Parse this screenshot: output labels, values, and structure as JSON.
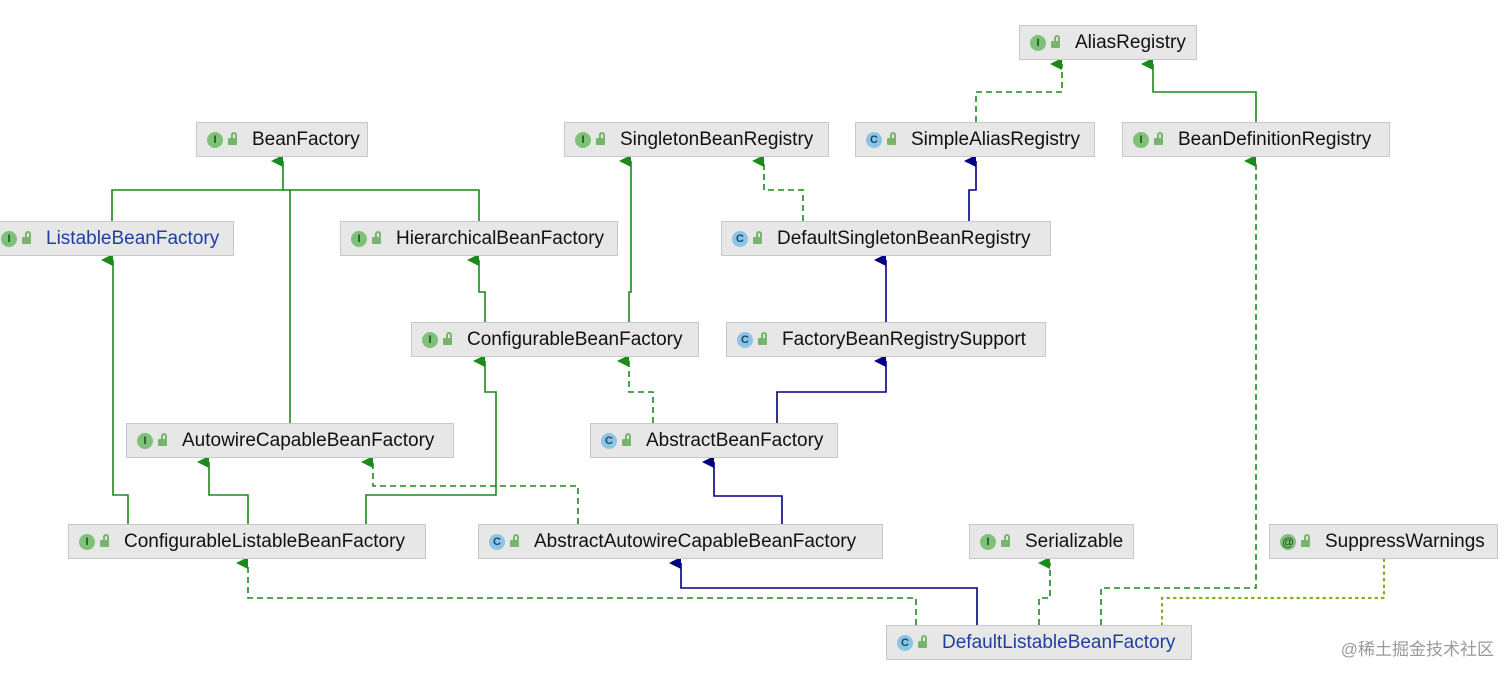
{
  "nodes": [
    {
      "id": "alias_registry",
      "kind": "I",
      "label": "AliasRegistry"
    },
    {
      "id": "bean_factory",
      "kind": "I",
      "label": "BeanFactory"
    },
    {
      "id": "singleton_bean_registry",
      "kind": "I",
      "label": "SingletonBeanRegistry"
    },
    {
      "id": "simple_alias_registry",
      "kind": "C",
      "label": "SimpleAliasRegistry"
    },
    {
      "id": "bean_definition_registry",
      "kind": "I",
      "label": "BeanDefinitionRegistry"
    },
    {
      "id": "listable_bean_factory",
      "kind": "I",
      "label": "ListableBeanFactory",
      "label_color": "#1f3f9f"
    },
    {
      "id": "hierarchical_bean_factory",
      "kind": "I",
      "label": "HierarchicalBeanFactory"
    },
    {
      "id": "default_singleton_bean_registry",
      "kind": "C",
      "label": "DefaultSingletonBeanRegistry"
    },
    {
      "id": "configurable_bean_factory",
      "kind": "I",
      "label": "ConfigurableBeanFactory"
    },
    {
      "id": "factory_bean_registry_support",
      "kind": "C",
      "label": "FactoryBeanRegistrySupport"
    },
    {
      "id": "autowire_capable_bean_factory",
      "kind": "I",
      "label": "AutowireCapableBeanFactory"
    },
    {
      "id": "abstract_bean_factory",
      "kind": "C",
      "label": "AbstractBeanFactory"
    },
    {
      "id": "configurable_listable_bean_factory",
      "kind": "I",
      "label": "ConfigurableListableBeanFactory"
    },
    {
      "id": "abstract_autowire_capable_bean_factory",
      "kind": "C",
      "label": "AbstractAutowireCapableBeanFactory"
    },
    {
      "id": "serializable",
      "kind": "I",
      "label": "Serializable"
    },
    {
      "id": "suppress_warnings",
      "kind": "@",
      "label": "SuppressWarnings"
    },
    {
      "id": "default_listable_bean_factory",
      "kind": "C",
      "label": "DefaultListableBeanFactory",
      "label_color": "#1f3f9f"
    }
  ],
  "edges": [
    {
      "from": "listable_bean_factory",
      "to": "bean_factory",
      "type": "extends"
    },
    {
      "from": "hierarchical_bean_factory",
      "to": "bean_factory",
      "type": "extends"
    },
    {
      "from": "autowire_capable_bean_factory",
      "to": "bean_factory",
      "type": "extends"
    },
    {
      "from": "configurable_bean_factory",
      "to": "hierarchical_bean_factory",
      "type": "extends"
    },
    {
      "from": "configurable_bean_factory",
      "to": "singleton_bean_registry",
      "type": "extends"
    },
    {
      "from": "simple_alias_registry",
      "to": "alias_registry",
      "type": "implements"
    },
    {
      "from": "bean_definition_registry",
      "to": "alias_registry",
      "type": "extends"
    },
    {
      "from": "default_singleton_bean_registry",
      "to": "singleton_bean_registry",
      "type": "implements"
    },
    {
      "from": "default_singleton_bean_registry",
      "to": "simple_alias_registry",
      "type": "class-extends"
    },
    {
      "from": "factory_bean_registry_support",
      "to": "default_singleton_bean_registry",
      "type": "class-extends"
    },
    {
      "from": "abstract_bean_factory",
      "to": "configurable_bean_factory",
      "type": "implements"
    },
    {
      "from": "abstract_bean_factory",
      "to": "factory_bean_registry_support",
      "type": "class-extends"
    },
    {
      "from": "configurable_listable_bean_factory",
      "to": "listable_bean_factory",
      "type": "extends"
    },
    {
      "from": "configurable_listable_bean_factory",
      "to": "autowire_capable_bean_factory",
      "type": "extends"
    },
    {
      "from": "configurable_listable_bean_factory",
      "to": "configurable_bean_factory",
      "type": "extends"
    },
    {
      "from": "abstract_autowire_capable_bean_factory",
      "to": "autowire_capable_bean_factory",
      "type": "implements"
    },
    {
      "from": "abstract_autowire_capable_bean_factory",
      "to": "abstract_bean_factory",
      "type": "class-extends"
    },
    {
      "from": "default_listable_bean_factory",
      "to": "configurable_listable_bean_factory",
      "type": "implements"
    },
    {
      "from": "default_listable_bean_factory",
      "to": "abstract_autowire_capable_bean_factory",
      "type": "class-extends"
    },
    {
      "from": "default_listable_bean_factory",
      "to": "serializable",
      "type": "implements"
    },
    {
      "from": "default_listable_bean_factory",
      "to": "bean_definition_registry",
      "type": "implements"
    },
    {
      "from": "default_listable_bean_factory",
      "to": "suppress_warnings",
      "type": "annotated"
    }
  ],
  "colors": {
    "interface_edge": "#1a8a1a",
    "class_edge": "#000080",
    "annotation_edge": "#7fb11a",
    "node_bg": "#e7e7e7",
    "node_border": "#c8c8c8",
    "highlight_label": "#1f3f9f"
  },
  "watermark": "@稀土掘金技术社区"
}
